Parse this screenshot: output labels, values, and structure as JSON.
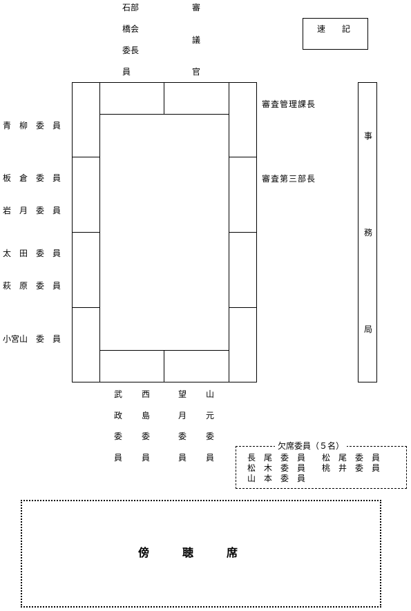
{
  "top_members": {
    "col1": [
      "石部",
      "橋会",
      "委長",
      "員"
    ],
    "col2": [
      "審",
      "議",
      "官"
    ]
  },
  "stenographer": "速　　記",
  "left_members": [
    "青　柳　委　員",
    "板　倉　委　員",
    "岩　月　委　員",
    "太　田　委　員",
    "萩　原　委　員",
    "小宮山　委　員"
  ],
  "right_officials": [
    "審査管理課長",
    "審査第三部長"
  ],
  "secretariat": [
    "事",
    "務",
    "局"
  ],
  "bottom_members": {
    "col1": [
      "武",
      "政",
      "委",
      "員"
    ],
    "col2": [
      "西",
      "島",
      "委",
      "員"
    ],
    "col3": [
      "望",
      "月",
      "委",
      "員"
    ],
    "col4": [
      "山",
      "元",
      "委",
      "員"
    ]
  },
  "absent": {
    "title": "欠席委員（５名）",
    "rows": [
      "長　尾　委　員　　松　尾　委　員",
      "松　木　委　員　　桃　井　委　員",
      "山　本　委　員"
    ]
  },
  "gallery": "傍　　　聴　　　席"
}
